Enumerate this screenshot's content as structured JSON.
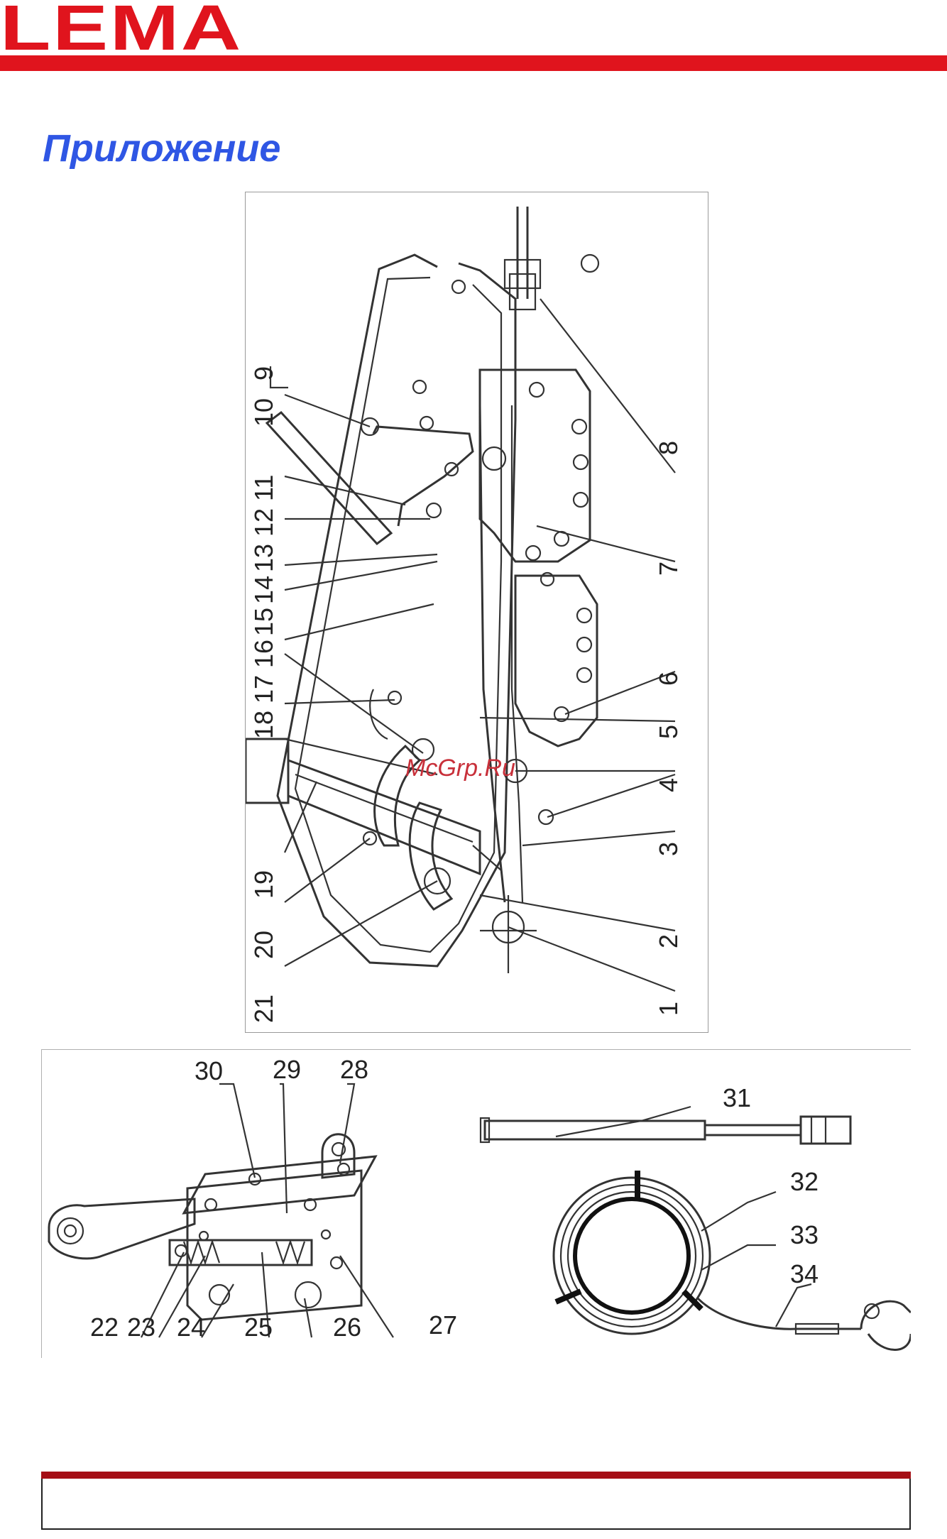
{
  "header": {
    "logo_text": "LEMA",
    "brand_color": "#e0141d"
  },
  "title": "Приложение",
  "watermark": "McGrp.Ru",
  "main_figure": {
    "labels_left": [
      "9",
      "10",
      "11",
      "12",
      "13",
      "14",
      "15",
      "16",
      "17",
      "18",
      "19",
      "20",
      "21"
    ],
    "labels_right": [
      "8",
      "7",
      "6",
      "5",
      "4",
      "3",
      "2",
      "1"
    ]
  },
  "detail_left": {
    "labels_top": [
      "30",
      "29",
      "28"
    ],
    "labels_bottom": [
      "22",
      "23",
      "24",
      "25",
      "26",
      "27"
    ]
  },
  "detail_right": {
    "labels": [
      "31",
      "32",
      "33",
      "34"
    ]
  },
  "colors": {
    "title": "#2f56e4",
    "footer": "#a50f16"
  }
}
